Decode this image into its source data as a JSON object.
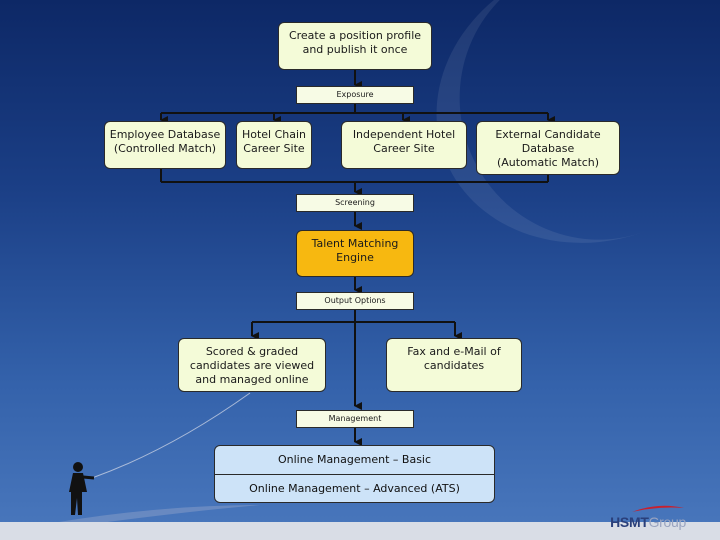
{
  "top_box": "Create a position profile\nand publish it once",
  "labels": {
    "exposure": "Exposure",
    "screening": "Screening",
    "output_options": "Output Options",
    "management": "Management"
  },
  "sources": [
    "Employee Database\n(Controlled Match)",
    "Hotel Chain\nCareer Site",
    "Independent Hotel\nCareer Site",
    "External Candidate\nDatabase\n(Automatic Match)"
  ],
  "engine": "Talent Matching\nEngine",
  "outputs": [
    "Scored & graded\ncandidates are viewed\nand managed online",
    "Fax and e-Mail of\ncandidates"
  ],
  "management_options": [
    "Online Management – Basic",
    "Online Management – Advanced (ATS)"
  ],
  "logo": {
    "main": "HSMT",
    "sub": "Group"
  },
  "colors": {
    "box_fill": "#f4fbd8",
    "engine_fill": "#f7b810",
    "management_fill": "#cde3f8",
    "background_top": "#0d2866",
    "background_bottom": "#4a78bd"
  }
}
